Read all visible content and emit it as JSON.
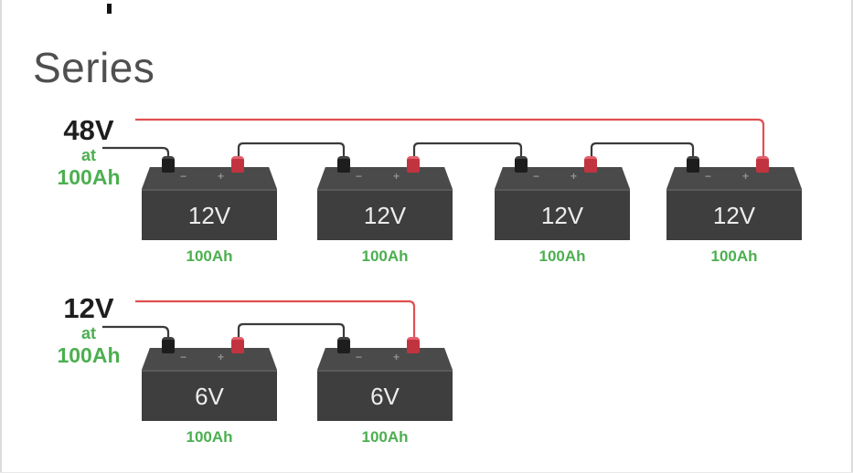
{
  "title": "Series",
  "signs": {
    "minus": "−",
    "plus": "+"
  },
  "rows": [
    {
      "output": {
        "voltage": "48V",
        "connector": "at",
        "capacity": "100Ah"
      },
      "batteries": [
        {
          "voltage": "12V",
          "capacity": "100Ah"
        },
        {
          "voltage": "12V",
          "capacity": "100Ah"
        },
        {
          "voltage": "12V",
          "capacity": "100Ah"
        },
        {
          "voltage": "12V",
          "capacity": "100Ah"
        }
      ]
    },
    {
      "output": {
        "voltage": "12V",
        "connector": "at",
        "capacity": "100Ah"
      },
      "batteries": [
        {
          "voltage": "6V",
          "capacity": "100Ah"
        },
        {
          "voltage": "6V",
          "capacity": "100Ah"
        }
      ]
    }
  ],
  "colors": {
    "accent_green": "#4caf50",
    "wire_red": "#df4f4f",
    "wire_black": "#3a3a3a",
    "battery_body": "#3e3e3e",
    "terminal_positive": "#c23340",
    "terminal_negative": "#1d1d1d"
  }
}
